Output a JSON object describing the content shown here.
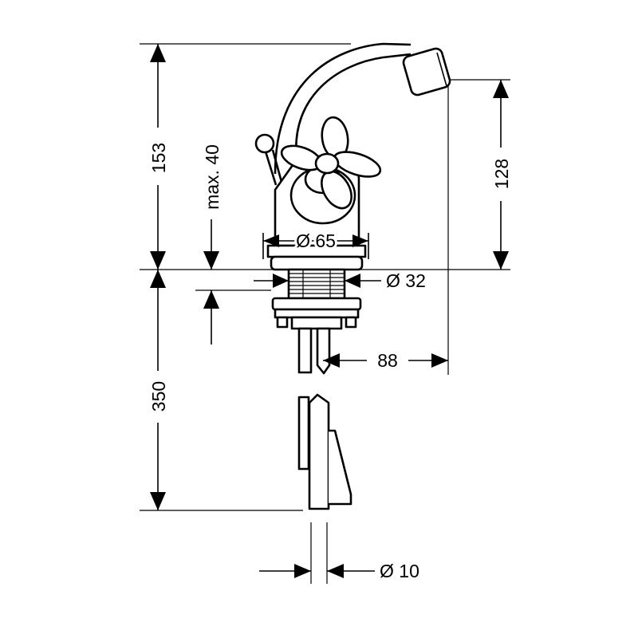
{
  "dimensions": {
    "height_above_deck": "153",
    "max_deck_thickness": "max. 40",
    "spout_height": "128",
    "base_diameter": "Ø 65",
    "shank_diameter": "Ø 32",
    "spout_reach": "88",
    "supply_length": "350",
    "supply_pipe_diameter": "Ø 10"
  }
}
